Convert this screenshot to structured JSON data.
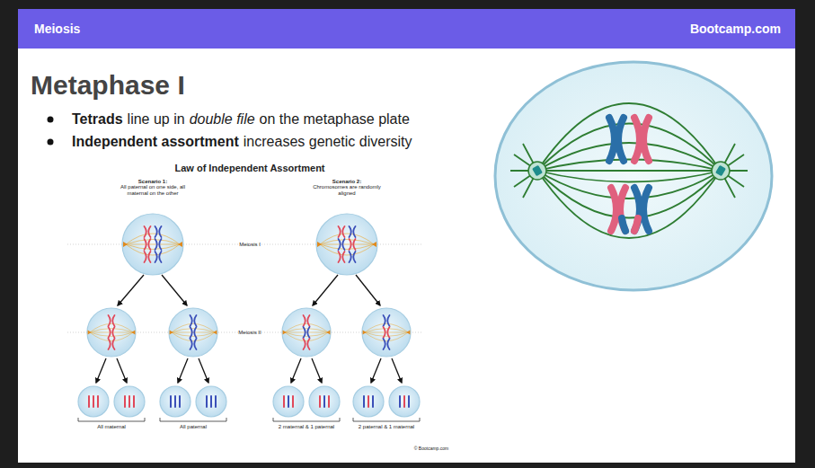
{
  "diagram": {
    "title": "Metaphase I",
    "nodes": [
      {
        "text": [
          "Meiosis",
          "Bootcamp.com"
        ]
      }
    ],
    "labels": [
      "Tetrads",
      "line up in",
      "double file",
      "on the metaphase plate",
      "Independent assortment",
      "increases genetic diversity",
      "Law of Independent Assortment",
      "Scenario 1:",
      "All paternal on one side, all maternal on the other",
      "Scenario 2:",
      "Chromosomes are randomly aligned",
      "Meiosis I",
      "Meiosis II",
      "All maternal",
      "All paternal",
      "2 maternal & 1 paternal",
      "2 paternal & 1 maternal",
      "© Bootcamp.com"
    ]
  }
}
